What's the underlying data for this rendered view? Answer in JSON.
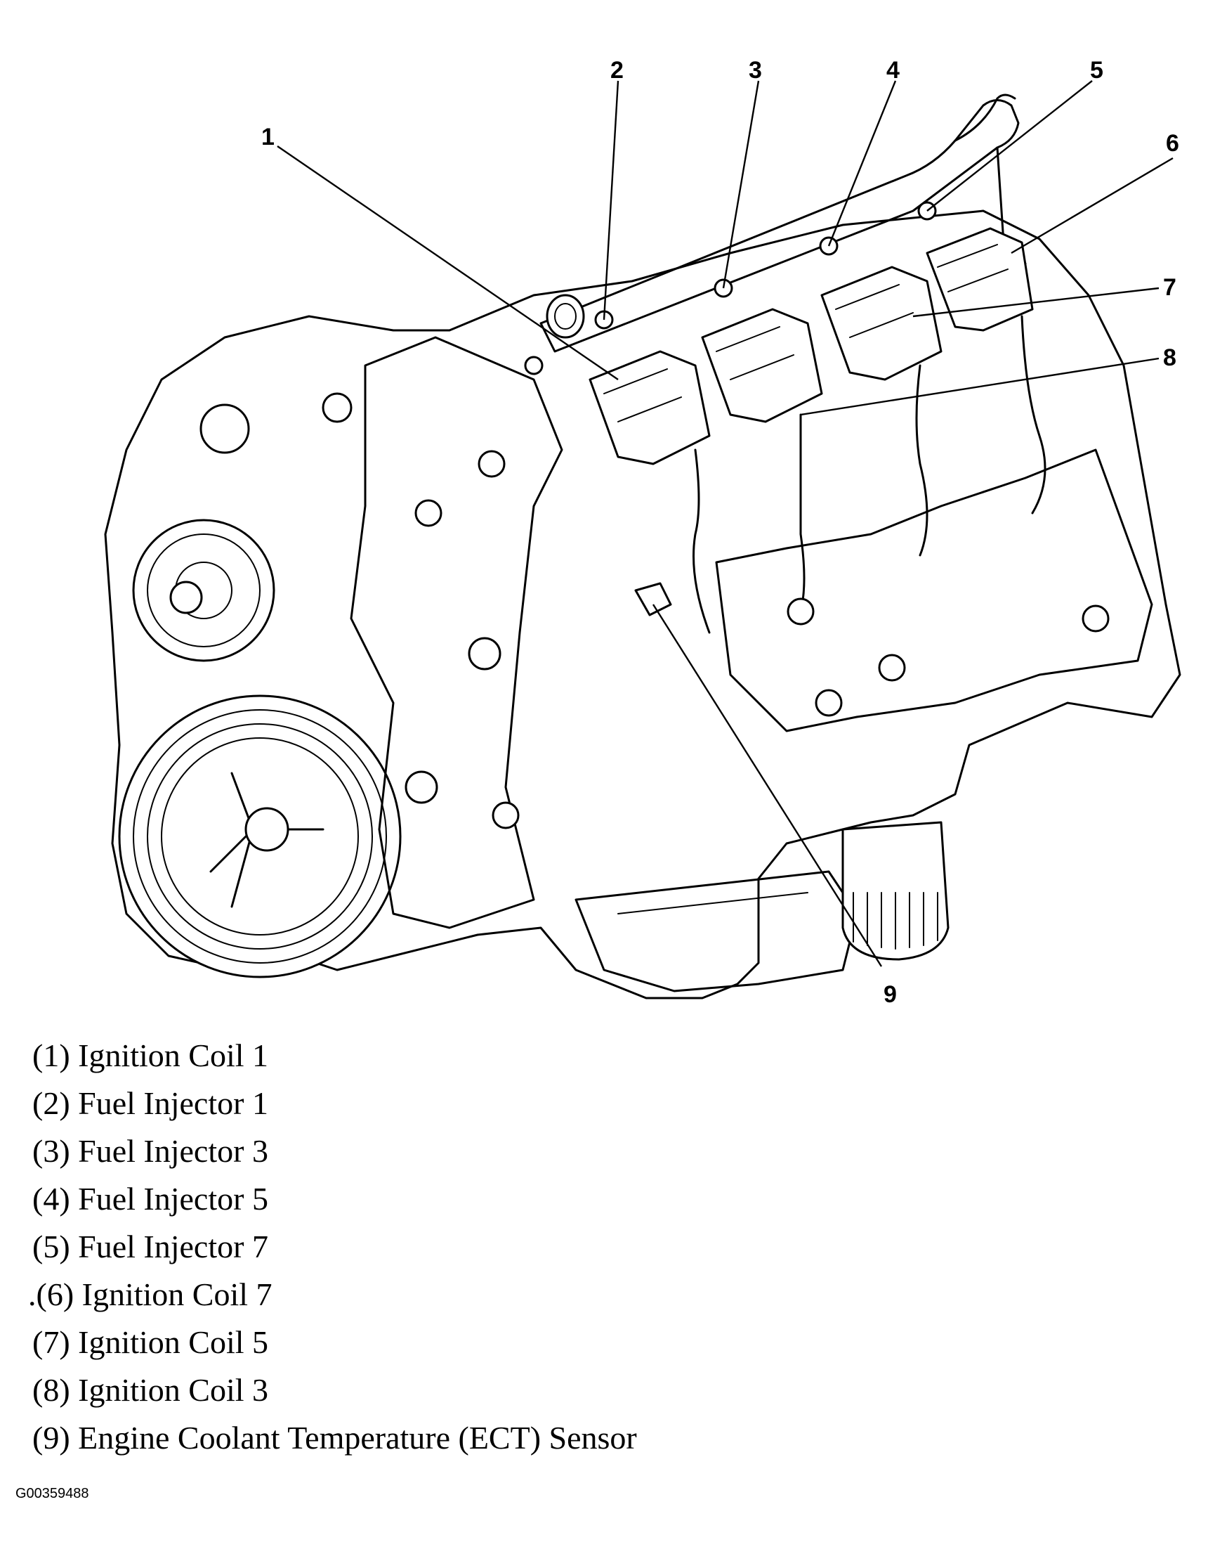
{
  "callouts": [
    {
      "number": "1",
      "part": "Ignition Coil 1"
    },
    {
      "number": "2",
      "part": "Fuel Injector 1"
    },
    {
      "number": "3",
      "part": "Fuel Injector 3"
    },
    {
      "number": "4",
      "part": "Fuel Injector 5"
    },
    {
      "number": "5",
      "part": "Fuel Injector 7"
    },
    {
      "number": "6",
      "part": "Ignition Coil 7"
    },
    {
      "number": "7",
      "part": "Ignition Coil 5"
    },
    {
      "number": "8",
      "part": "Ignition Coil 3"
    },
    {
      "number": "9",
      "part": "Engine Coolant Temperature (ECT) Sensor"
    }
  ],
  "legend": [
    "(1) Ignition Coil 1",
    "(2) Fuel Injector 1",
    "(3) Fuel Injector 3",
    "(4) Fuel Injector 5",
    "(5) Fuel Injector 7",
    ".(6) Ignition Coil 7",
    "(7) Ignition Coil 5",
    "(8) Ignition Coil 3",
    "(9) Engine Coolant Temperature (ECT) Sensor"
  ],
  "figure_id": "G00359488",
  "colors": {
    "ink": "#000000",
    "paper": "#ffffff"
  }
}
